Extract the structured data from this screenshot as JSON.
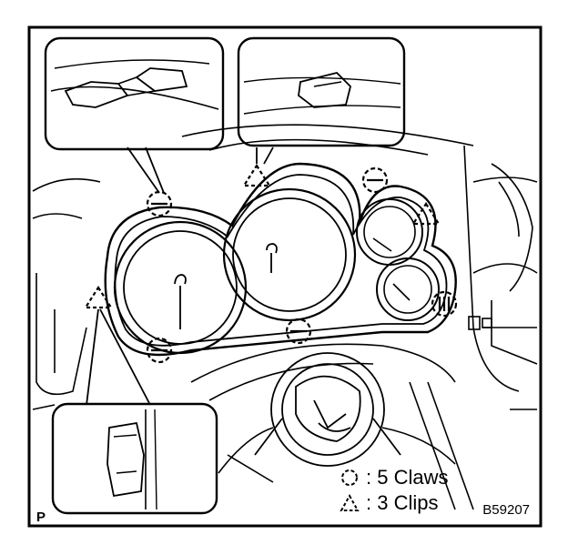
{
  "legend": {
    "claws": {
      "symbol": "circle",
      "label": ": 5 Claws"
    },
    "clips": {
      "symbol": "triangle",
      "label": ": 3 Clips"
    }
  },
  "reference_code": "B59207",
  "corner_mark": "P",
  "colors": {
    "line": "#000000",
    "background": "#ffffff"
  }
}
